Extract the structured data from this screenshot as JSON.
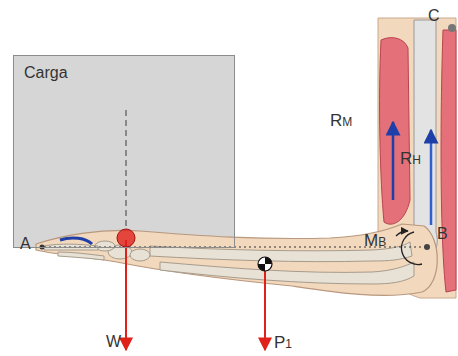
{
  "diagram": {
    "nodes": [
      {
        "text": [
          "Carga"
        ]
      }
    ],
    "labels": [
      "C",
      "RM",
      "RH",
      "MB",
      "B",
      "A",
      "W",
      "P1"
    ]
  }
}
